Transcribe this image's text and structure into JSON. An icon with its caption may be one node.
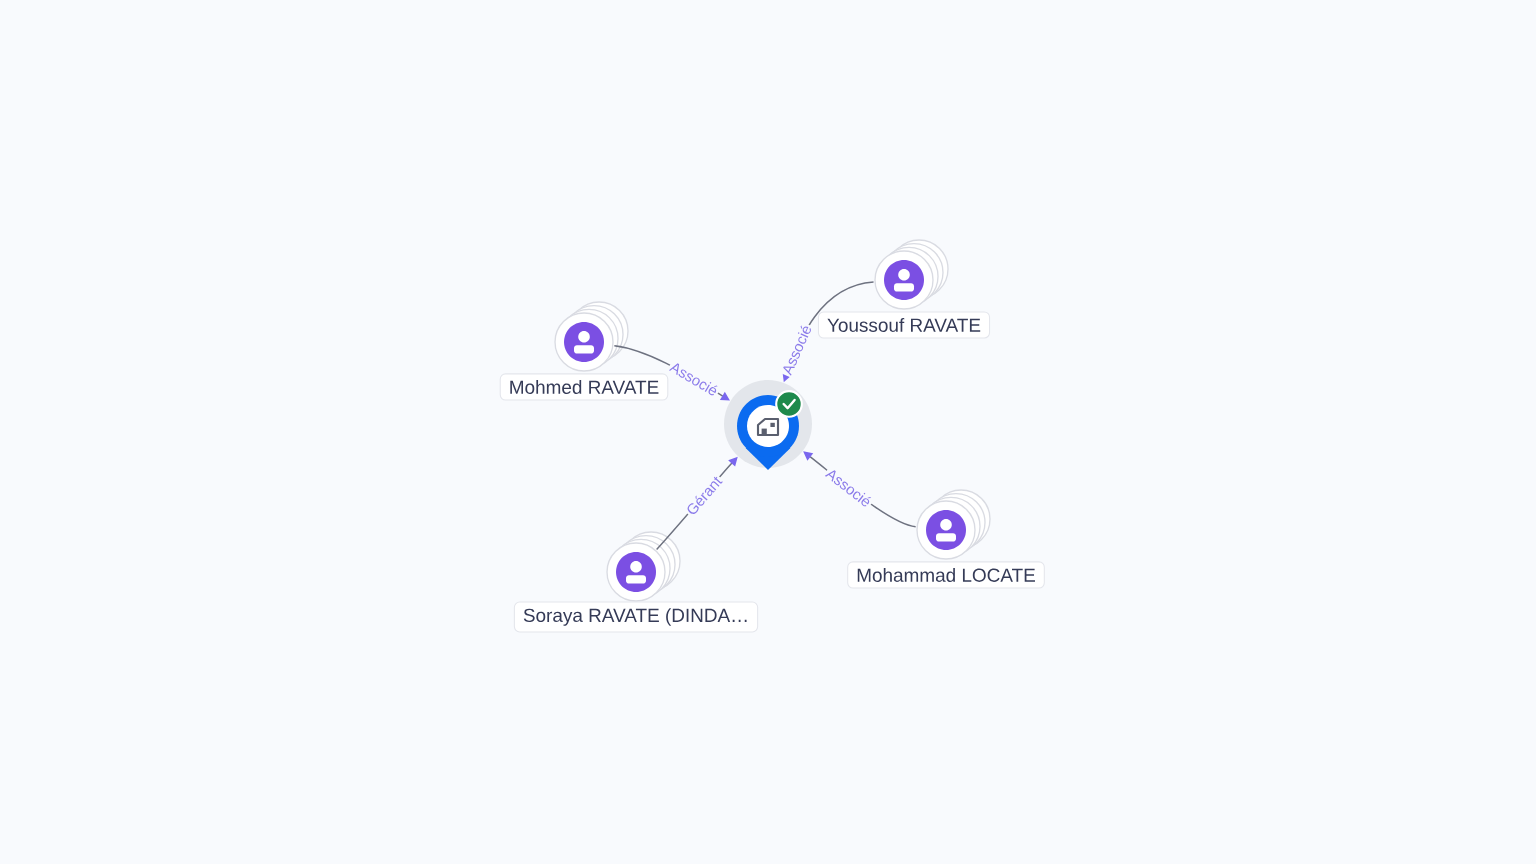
{
  "diagram": {
    "nodes": [
      {
        "text": [
          "Youssouf RAVATE"
        ]
      },
      {
        "text": [
          "Mohmed RAVATE"
        ]
      },
      {
        "text": [],
        "shape": "pin"
      },
      {
        "text": [
          "Mohammad LOCATE"
        ]
      },
      {
        "text": [
          "Soraya RAVATE (DINDA…"
        ]
      }
    ],
    "edges": [
      {
        "from": 0,
        "to": 2,
        "arrow": "to",
        "label": "Associé"
      },
      {
        "from": 1,
        "to": 2,
        "arrow": "to",
        "label": "Associé"
      },
      {
        "from": 3,
        "to": 2,
        "arrow": "to",
        "label": "Associé"
      },
      {
        "from": 4,
        "to": 2,
        "arrow": "to",
        "label": "Gérant"
      }
    ]
  }
}
